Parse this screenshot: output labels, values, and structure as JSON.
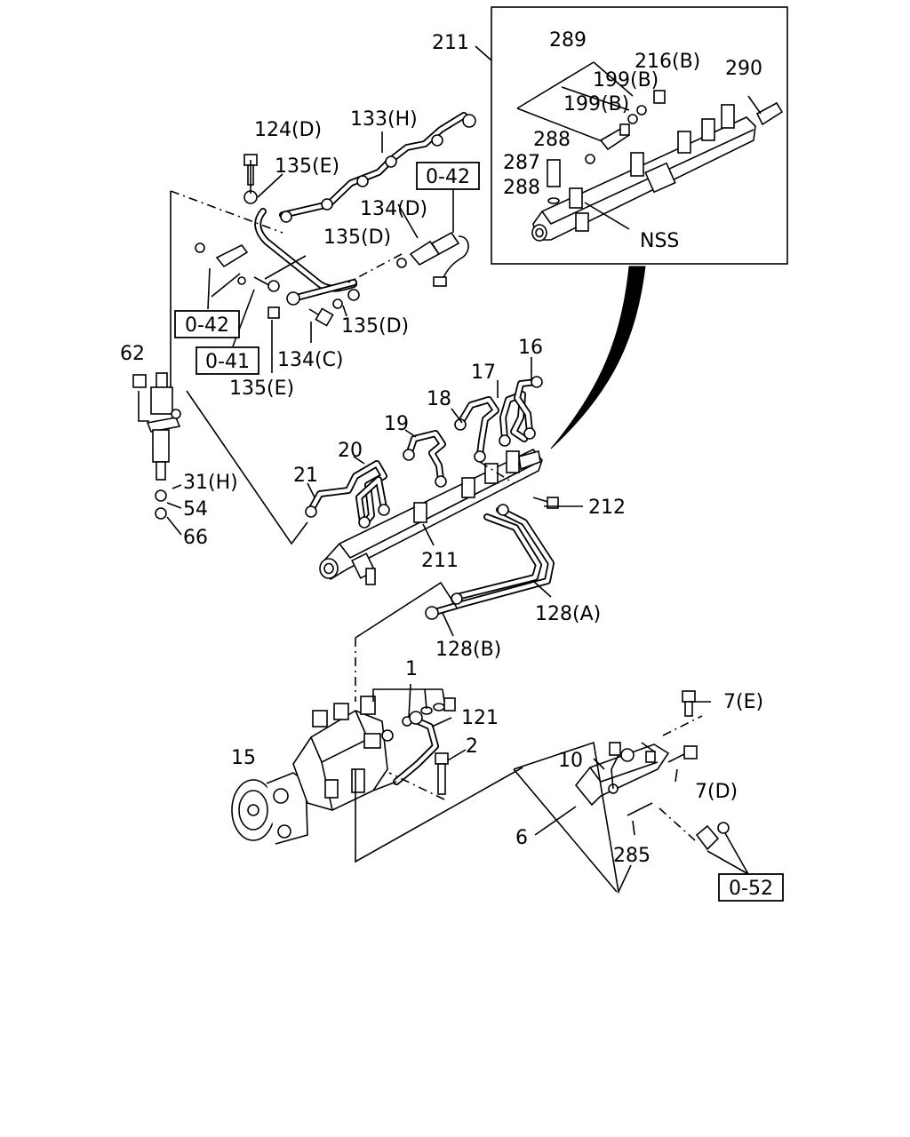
{
  "figure": {
    "inset_caption": "NSS",
    "callouts": {
      "c211_top": "211",
      "c289": "289",
      "c216b": "216(B)",
      "c290": "290",
      "c199b_1": "199(B)",
      "c199b_2": "199(B)",
      "c288_1": "288",
      "c287": "287",
      "c288_2": "288",
      "c124d": "124(D)",
      "c133h": "133(H)",
      "c135e_1": "135(E)",
      "c134d": "134(D)",
      "c135d_1": "135(D)",
      "c135d_2": "135(D)",
      "c134c": "134(C)",
      "c135e_2": "135(E)",
      "c62": "62",
      "c31h": "31(H)",
      "c54": "54",
      "c66": "66",
      "c16": "16",
      "c17": "17",
      "c18": "18",
      "c19": "19",
      "c20": "20",
      "c21": "21",
      "c212": "212",
      "c211_mid": "211",
      "c128a": "128(A)",
      "c128b": "128(B)",
      "c1": "1",
      "c121": "121",
      "c2": "2",
      "c15": "15",
      "c7e": "7(E)",
      "c10": "10",
      "c7d": "7(D)",
      "c6": "6",
      "c285": "285"
    },
    "ref_boxes": {
      "r042_top": "0-42",
      "r042_left": "0-42",
      "r041": "0-41",
      "r052": "0-52"
    }
  }
}
